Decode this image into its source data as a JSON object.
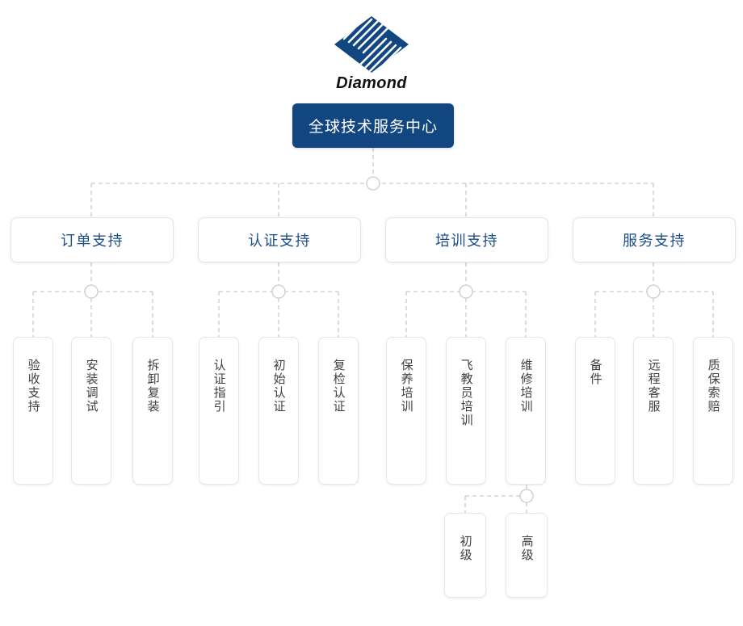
{
  "logo": {
    "wordmark": "Diamond",
    "mark_name": "diamond-logo-icon",
    "mark_color": "#114680"
  },
  "colors": {
    "root_fill": "#114680",
    "root_text": "#ffffff",
    "level2_text": "#1b4e87",
    "node_border": "#e2e4e6",
    "node_fill": "#ffffff",
    "leaf_text": "#3f3f3f",
    "connector": "#c8cacc"
  },
  "root": {
    "label": "全球技术服务中心"
  },
  "branches": [
    {
      "label": "订单支持",
      "children": [
        {
          "label": "验收支持"
        },
        {
          "label": "安装调试"
        },
        {
          "label": "拆卸复装"
        }
      ]
    },
    {
      "label": "认证支持",
      "children": [
        {
          "label": "认证指引"
        },
        {
          "label": "初始认证"
        },
        {
          "label": "复检认证"
        }
      ]
    },
    {
      "label": "培训支持",
      "children": [
        {
          "label": "保养培训"
        },
        {
          "label": "飞教员培训"
        },
        {
          "label": "维修培训",
          "children": [
            {
              "label": "初级"
            },
            {
              "label": "高级"
            }
          ]
        }
      ]
    },
    {
      "label": "服务支持",
      "children": [
        {
          "label": "备件"
        },
        {
          "label": "远程客服"
        },
        {
          "label": "质保索赔"
        }
      ]
    }
  ]
}
